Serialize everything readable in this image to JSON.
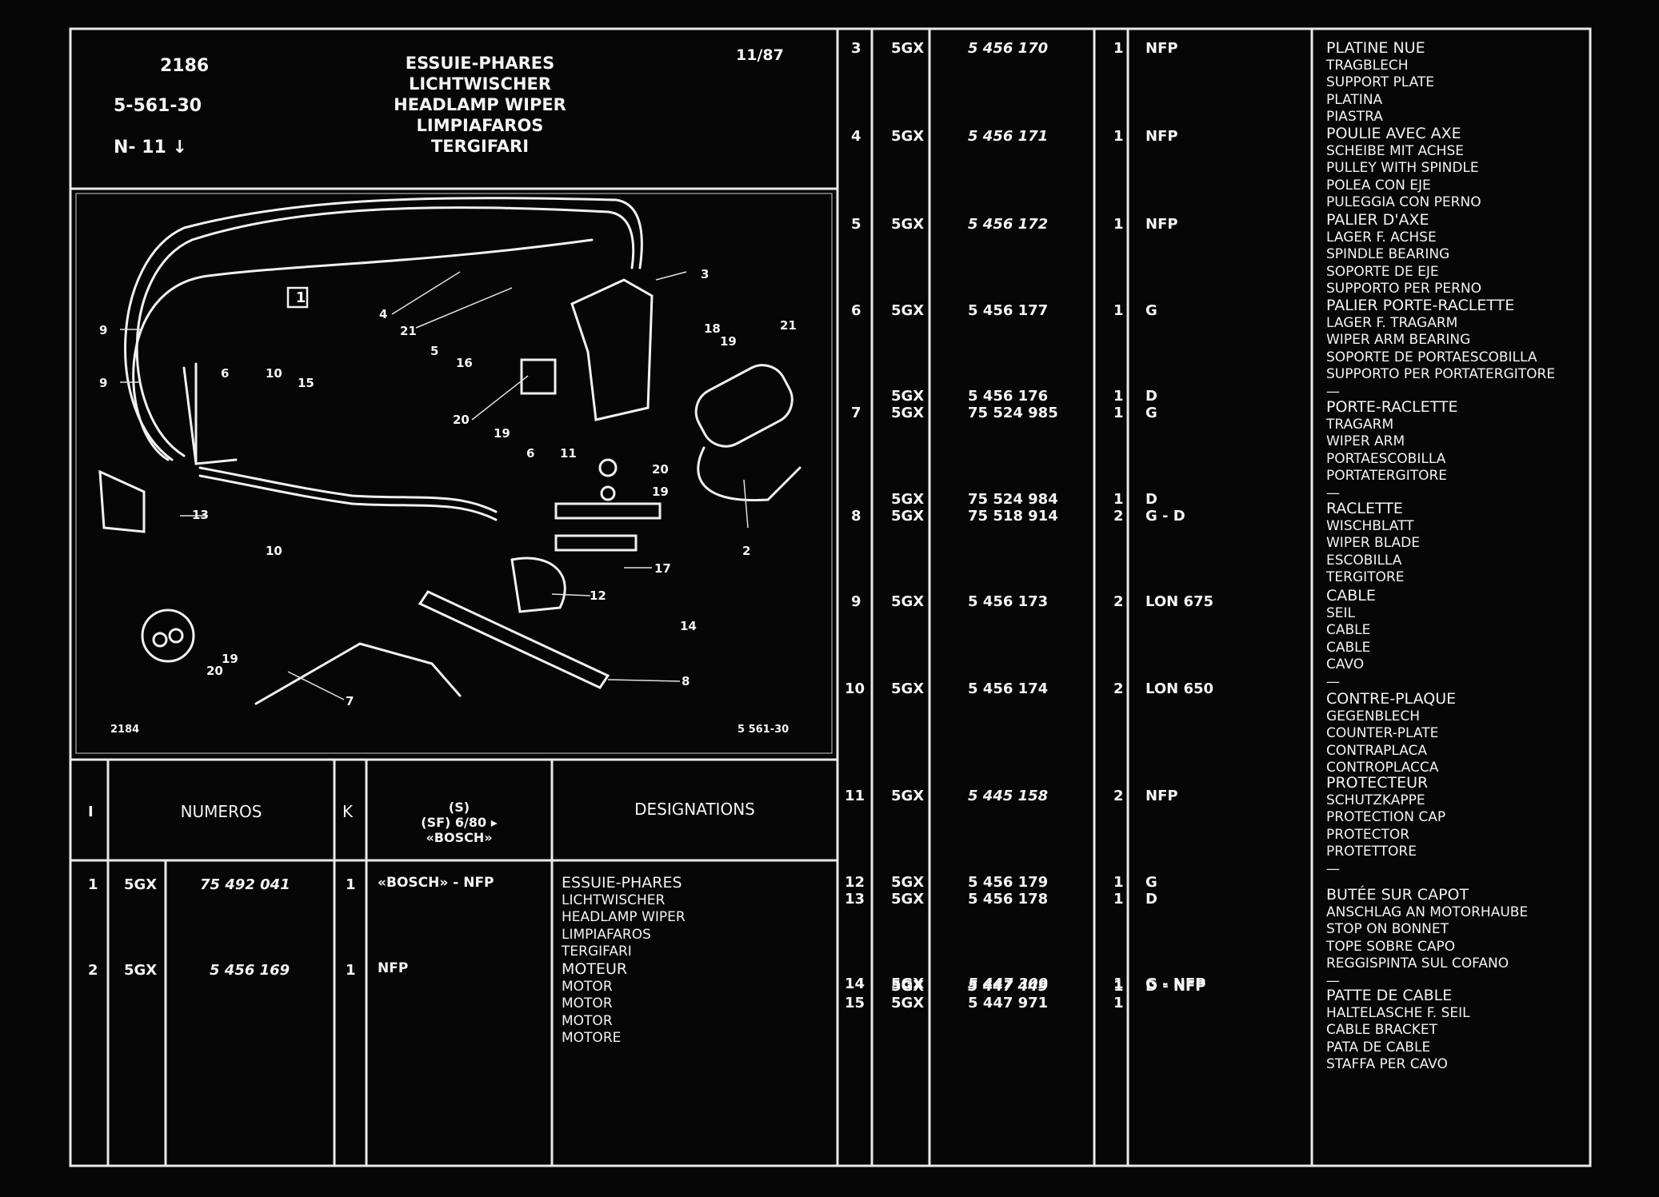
{
  "header": {
    "code": "2186",
    "ref": "5-561-30",
    "n_label": "N- 11 ↓",
    "date": "11/87",
    "title_lines": [
      "ESSUIE-PHARES",
      "LICHTWISCHER",
      "HEADLAMP WIPER",
      "LIMPIAFAROS",
      "TERGIFARI"
    ]
  },
  "diagram": {
    "box_label": "1",
    "footer_left": "2184",
    "footer_right": "5 561-30",
    "callouts": [
      "3",
      "4",
      "21",
      "5",
      "16",
      "18",
      "19",
      "21",
      "9",
      "9",
      "6",
      "10",
      "15",
      "20",
      "19",
      "6",
      "11",
      "20",
      "19",
      "13",
      "10",
      "2",
      "17",
      "12",
      "14",
      "19",
      "20",
      "7",
      "8"
    ]
  },
  "table_header": {
    "col_i": "I",
    "col_numeros": "NUMEROS",
    "col_k": "K",
    "col_s_lines": [
      "(S)",
      "(SF) 6/80 ▸",
      "«BOSCH»"
    ],
    "col_designations": "DESIGNATIONS"
  },
  "left_rows": [
    {
      "i": "1",
      "prefix": "5GX",
      "number": "75 492 041",
      "k": "1",
      "s": "«BOSCH» - NFP",
      "desc": [
        "ESSUIE-PHARES",
        "LICHTWISCHER",
        "HEADLAMP WIPER",
        "LIMPIAFAROS",
        "TERGIFARI"
      ]
    },
    {
      "i": "2",
      "prefix": "5GX",
      "number": "5 456 169",
      "k": "1",
      "s": "NFP",
      "desc": [
        "MOTEUR",
        "MOTOR",
        "MOTOR",
        "MOTOR",
        "MOTORE"
      ]
    }
  ],
  "right_rows": [
    {
      "i": "3",
      "lines": [
        {
          "prefix": "5GX",
          "number": "5 456 170",
          "k": "1",
          "s": "NFP"
        }
      ]
    },
    {
      "i": "4",
      "lines": [
        {
          "prefix": "5GX",
          "number": "5 456 171",
          "k": "1",
          "s": "NFP"
        }
      ]
    },
    {
      "i": "5",
      "lines": [
        {
          "prefix": "5GX",
          "number": "5 456 172",
          "k": "1",
          "s": "NFP"
        }
      ]
    },
    {
      "i": "6",
      "lines": [
        {
          "prefix": "5GX",
          "number": "5 456 177",
          "k": "1",
          "s": "G"
        }
      ]
    },
    {
      "i": "7",
      "lines": [
        {
          "prefix": "5GX",
          "number": "5 456 176",
          "k": "1",
          "s": "D"
        },
        {
          "prefix": "5GX",
          "number": "75 524 985",
          "k": "1",
          "s": "G"
        }
      ]
    },
    {
      "i": "8",
      "lines": [
        {
          "prefix": "5GX",
          "number": "75 524 984",
          "k": "1",
          "s": "D"
        },
        {
          "prefix": "5GX",
          "number": "75 518 914",
          "k": "2",
          "s": "G - D"
        }
      ]
    },
    {
      "i": "9",
      "lines": [
        {
          "prefix": "5GX",
          "number": "5 456 173",
          "k": "2",
          "s": "LON 675"
        }
      ]
    },
    {
      "i": "10",
      "lines": [
        {
          "prefix": "5GX",
          "number": "5 456 174",
          "k": "2",
          "s": "LON 650"
        }
      ]
    },
    {
      "i": "11",
      "lines": [
        {
          "prefix": "5GX",
          "number": "5 445 158",
          "k": "2",
          "s": "NFP"
        }
      ]
    },
    {
      "i": "12",
      "lines": [
        {
          "prefix": "5GX",
          "number": "5 456 179",
          "k": "1",
          "s": "G"
        }
      ]
    },
    {
      "i": "13",
      "lines": [
        {
          "prefix": "5GX",
          "number": "5 456 178",
          "k": "1",
          "s": "D"
        }
      ]
    },
    {
      "i": "14",
      "lines": [
        {
          "prefix": "5GX",
          "number": "5 447 309",
          "k": "1",
          "s": "G - NFP"
        }
      ]
    },
    {
      "i": "",
      "lines": [
        {
          "prefix": "5GX",
          "number": "5 447 449",
          "k": "1",
          "s": "D - NFP"
        }
      ]
    },
    {
      "i": "15",
      "lines": [
        {
          "prefix": "5GX",
          "number": "5 447 971",
          "k": "1",
          "s": ""
        }
      ]
    }
  ],
  "designations": [
    [
      "PLATINE NUE",
      "TRAGBLECH",
      "SUPPORT PLATE",
      "PLATINA",
      "PIASTRA"
    ],
    [
      "POULIE AVEC AXE",
      "SCHEIBE MIT ACHSE",
      "PULLEY WITH SPINDLE",
      "POLEA CON EJE",
      "PULEGGIA CON PERNO"
    ],
    [
      "PALIER D'AXE",
      "LAGER F. ACHSE",
      "SPINDLE BEARING",
      "SOPORTE DE EJE",
      "SUPPORTO PER PERNO"
    ],
    [
      "PALIER PORTE-RACLETTE",
      "LAGER F. TRAGARM",
      "WIPER ARM BEARING",
      "SOPORTE DE PORTAESCOBILLA",
      "SUPPORTO PER PORTATERGITORE",
      "—"
    ],
    [
      "PORTE-RACLETTE",
      "TRAGARM",
      "WIPER ARM",
      "PORTAESCOBILLA",
      "PORTATERGITORE",
      "—"
    ],
    [
      "RACLETTE",
      "WISCHBLATT",
      "WIPER BLADE",
      "ESCOBILLA",
      "TERGITORE"
    ],
    [
      "CABLE",
      "SEIL",
      "CABLE",
      "CABLE",
      "CAVO",
      "—"
    ],
    [
      "CONTRE-PLAQUE",
      "GEGENBLECH",
      "COUNTER-PLATE",
      "CONTRAPLACA",
      "CONTROPLACCA"
    ],
    [
      "PROTECTEUR",
      "SCHUTZKAPPE",
      "PROTECTION CAP",
      "PROTECTOR",
      "PROTETTORE",
      "—"
    ],
    [
      "BUTÉE SUR CAPOT",
      "ANSCHLAG AN MOTORHAUBE",
      "STOP ON BONNET",
      "TOPE SOBRE CAPO",
      "REGGISPINTA SUL COFANO",
      "—"
    ],
    [
      "PATTE DE CABLE",
      "HALTELASCHE F. SEIL",
      "CABLE BRACKET",
      "PATA DE CABLE",
      "STAFFA PER CAVO"
    ]
  ]
}
